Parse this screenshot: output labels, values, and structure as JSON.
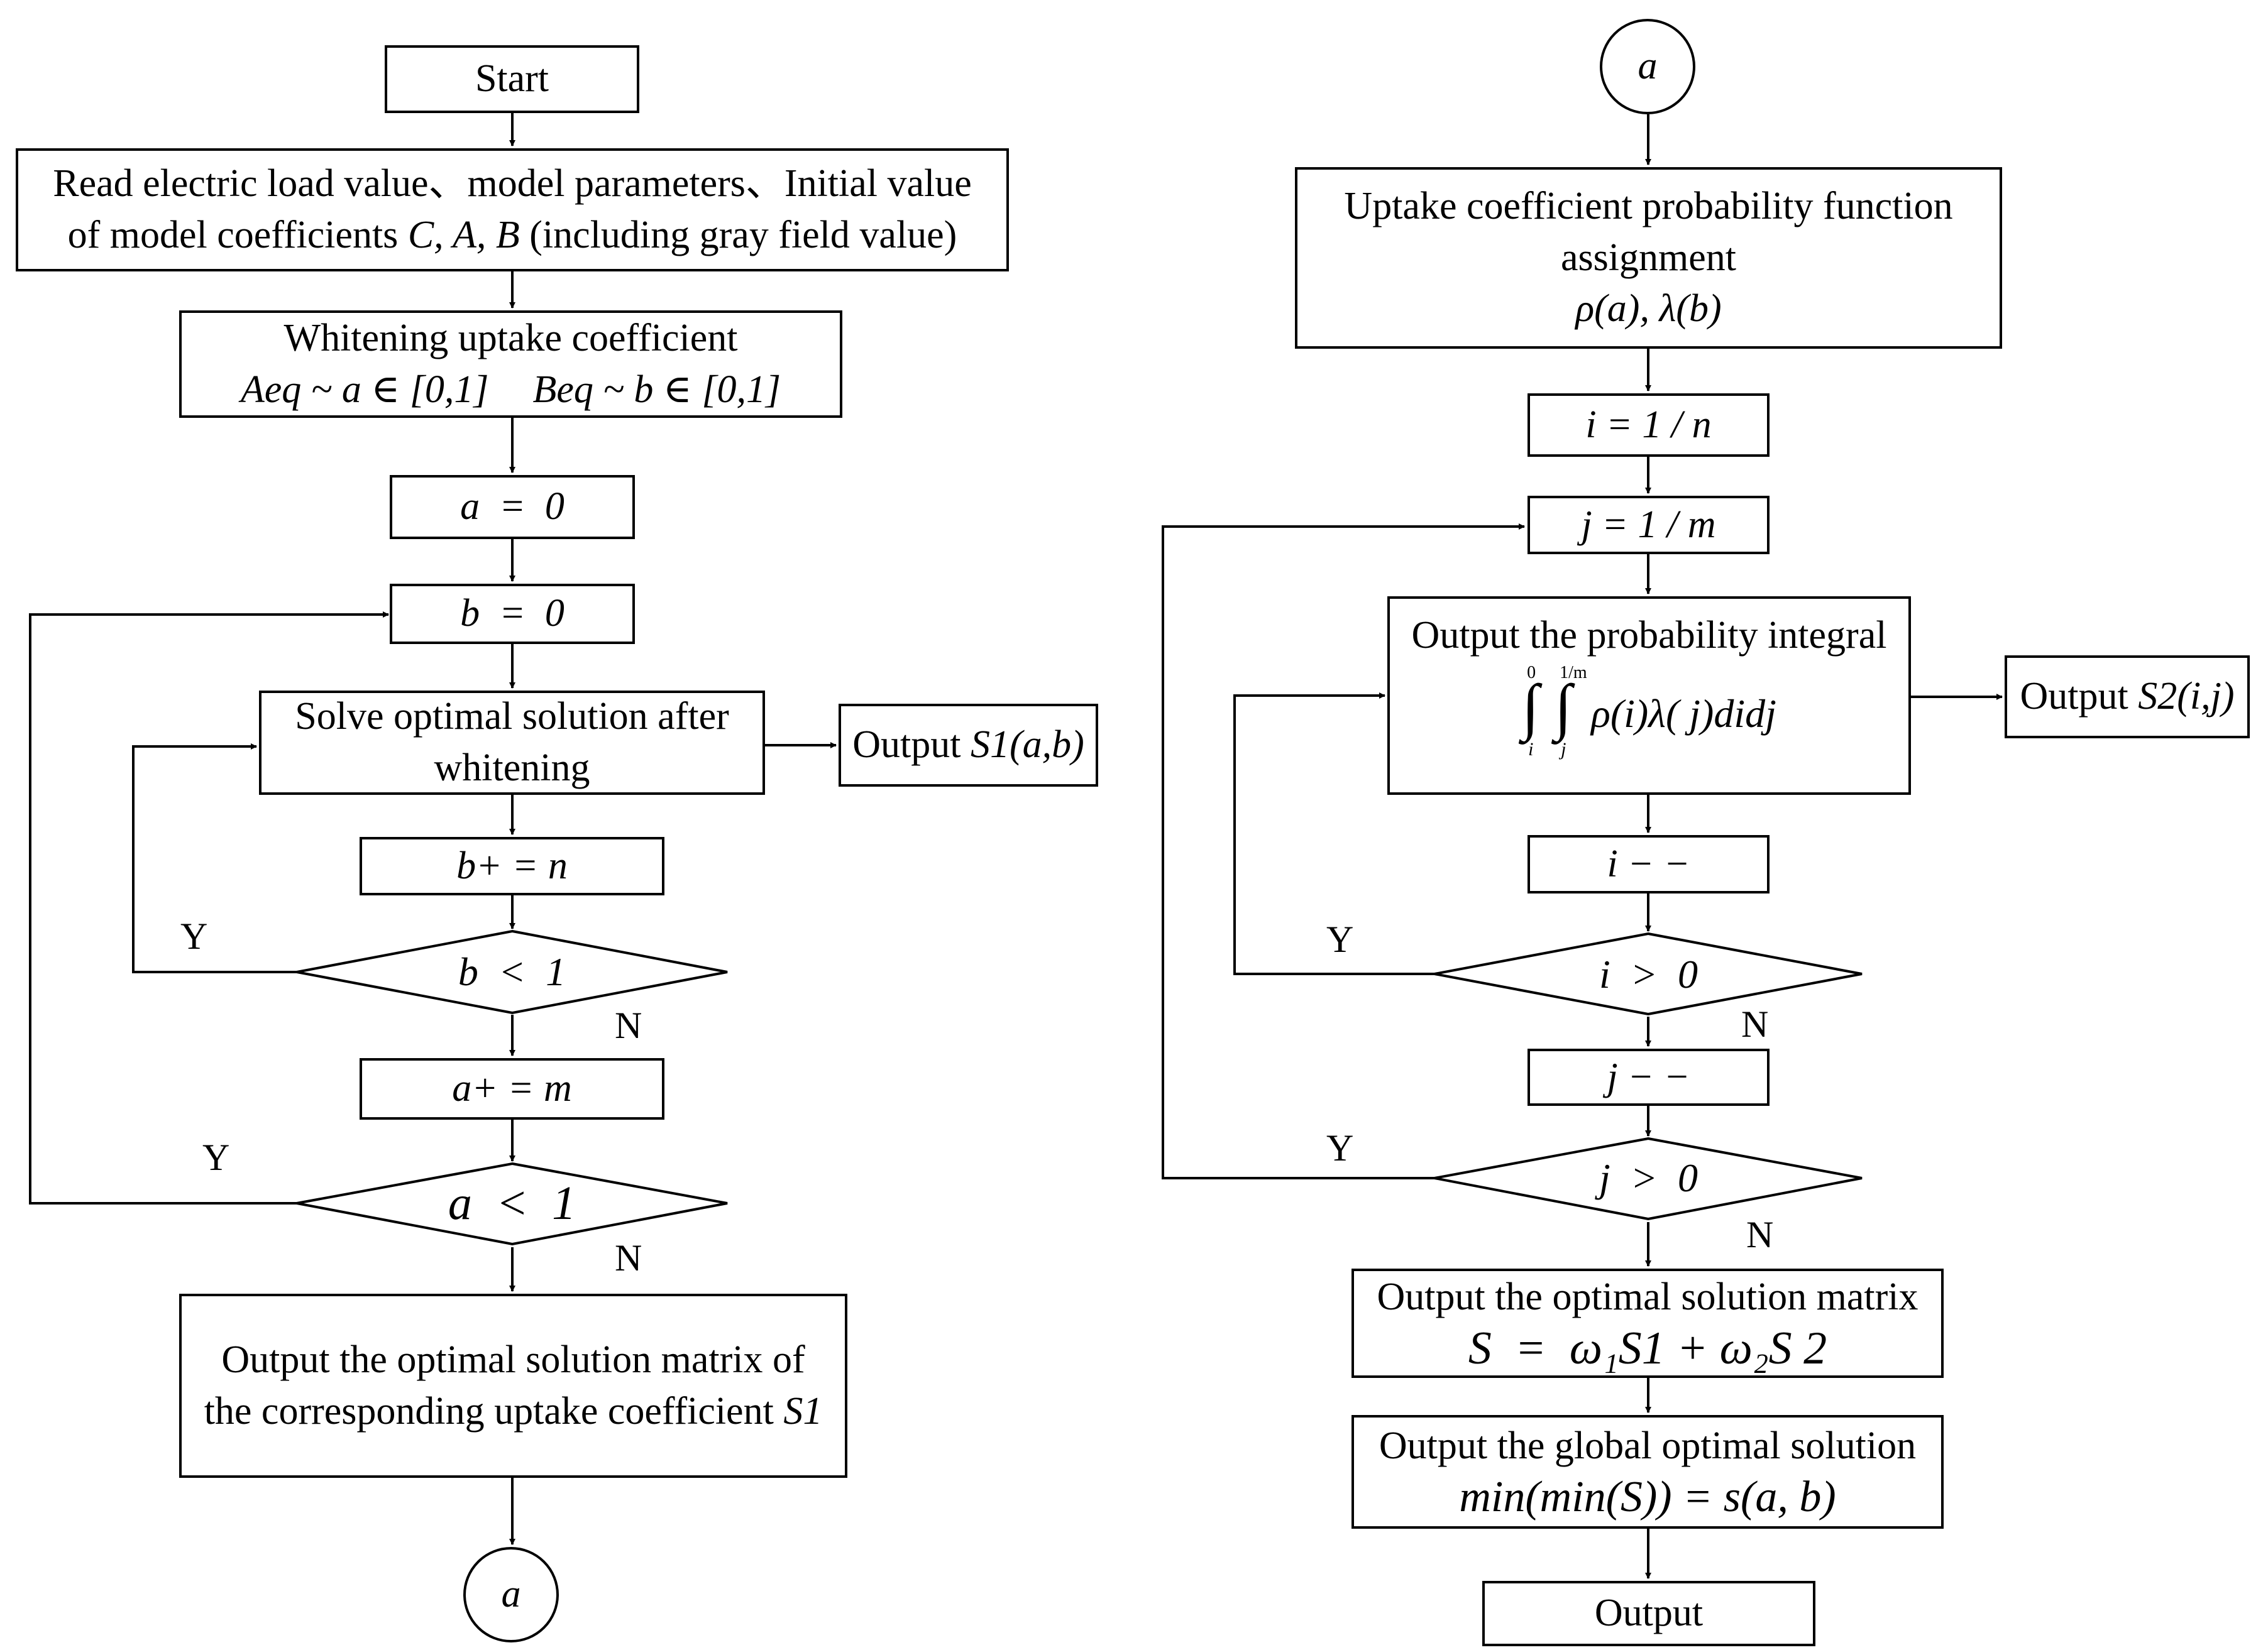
{
  "left_flow": {
    "start": "Start",
    "read": {
      "line1": "Read electric load value、model parameters、Initial value",
      "line2_prefix": "of model coefficients ",
      "line2_math": "C, A, B",
      "line2_suffix": " (including gray field value)"
    },
    "whitening": {
      "line1": "Whitening uptake coefficient",
      "aeq": "Aeq ~ a ∈ [0,1]",
      "beq": "Beq ~ b ∈ [0,1]"
    },
    "init_a": "a  =  0",
    "init_b": "b  =  0",
    "solve": {
      "line1": "Solve optimal solution after",
      "line2": "whitening"
    },
    "output_s1": {
      "prefix": "Output ",
      "math": "S1(a,b)"
    },
    "b_inc": "b+ = n",
    "b_cond": "b  <  1",
    "a_inc": "a+ = m",
    "a_cond": "a  <  1",
    "final": {
      "line1": "Output the optimal solution matrix of",
      "line2_prefix": "the corresponding uptake coefficient ",
      "line2_math": "S1"
    },
    "connector": "a",
    "labels": {
      "y1": "Y",
      "n1": "N",
      "y2": "Y",
      "n2": "N"
    }
  },
  "right_flow": {
    "connector": "a",
    "assign": {
      "line1": "Uptake coefficient probability function",
      "line2": "assignment",
      "math": "ρ(a), λ(b)"
    },
    "i_init": "i = 1 / n",
    "j_init": "j = 1 / m",
    "integral": {
      "line1": "Output the probability integral",
      "upper1": "0",
      "upper2": "1/m",
      "lower1": "i",
      "lower2": "j",
      "integrand": "ρ(i)λ( j)didj"
    },
    "output_s2": {
      "prefix": "Output ",
      "math": "S2(i,j)"
    },
    "i_dec": "i − −",
    "i_cond": "i  >  0",
    "j_dec": "j − −",
    "j_cond": "j  >  0",
    "matrix": {
      "line1": "Output the optimal solution matrix",
      "math": "S  =  ω₁S1 + ω₂S 2"
    },
    "global": {
      "line1": "Output the global optimal solution",
      "math": "min(min(S)) = s(a, b)"
    },
    "output": "Output",
    "labels": {
      "y1": "Y",
      "n1": "N",
      "y2": "Y",
      "n2": "N"
    }
  }
}
